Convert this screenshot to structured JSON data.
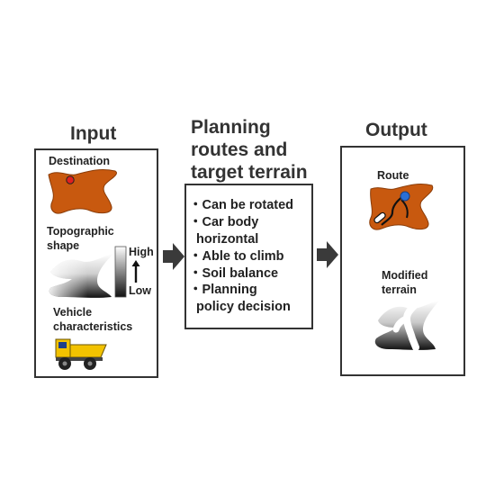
{
  "input": {
    "title": "Input",
    "destination_label": "Destination",
    "topographic_label_line1": "Topographic",
    "topographic_label_line2": "shape",
    "scale_high": "High",
    "scale_low": "Low",
    "vehicle_label_line1": "Vehicle",
    "vehicle_label_line2": "characteristics"
  },
  "planning": {
    "title_line1": "Planning",
    "title_line2": "routes and",
    "title_line3": "target terrain",
    "features": [
      "・Can be rotated",
      "・Car body",
      "  horizontal",
      "・Able to climb",
      "・Soil balance",
      "・Planning",
      "  policy decision"
    ]
  },
  "output": {
    "title": "Output",
    "route_label": "Route",
    "modified_label_line1": "Modified",
    "modified_label_line2": "terrain"
  },
  "colors": {
    "terrain_orange": "#c8590f",
    "marker_red": "#e02020",
    "marker_blue": "#2a6fd6",
    "truck_yellow": "#f2c200",
    "border": "#333333"
  },
  "icons": [
    "destination-map-icon",
    "topographic-shape-icon",
    "height-scale-icon",
    "dump-truck-icon",
    "route-map-icon",
    "modified-terrain-icon",
    "right-arrow-icon"
  ]
}
